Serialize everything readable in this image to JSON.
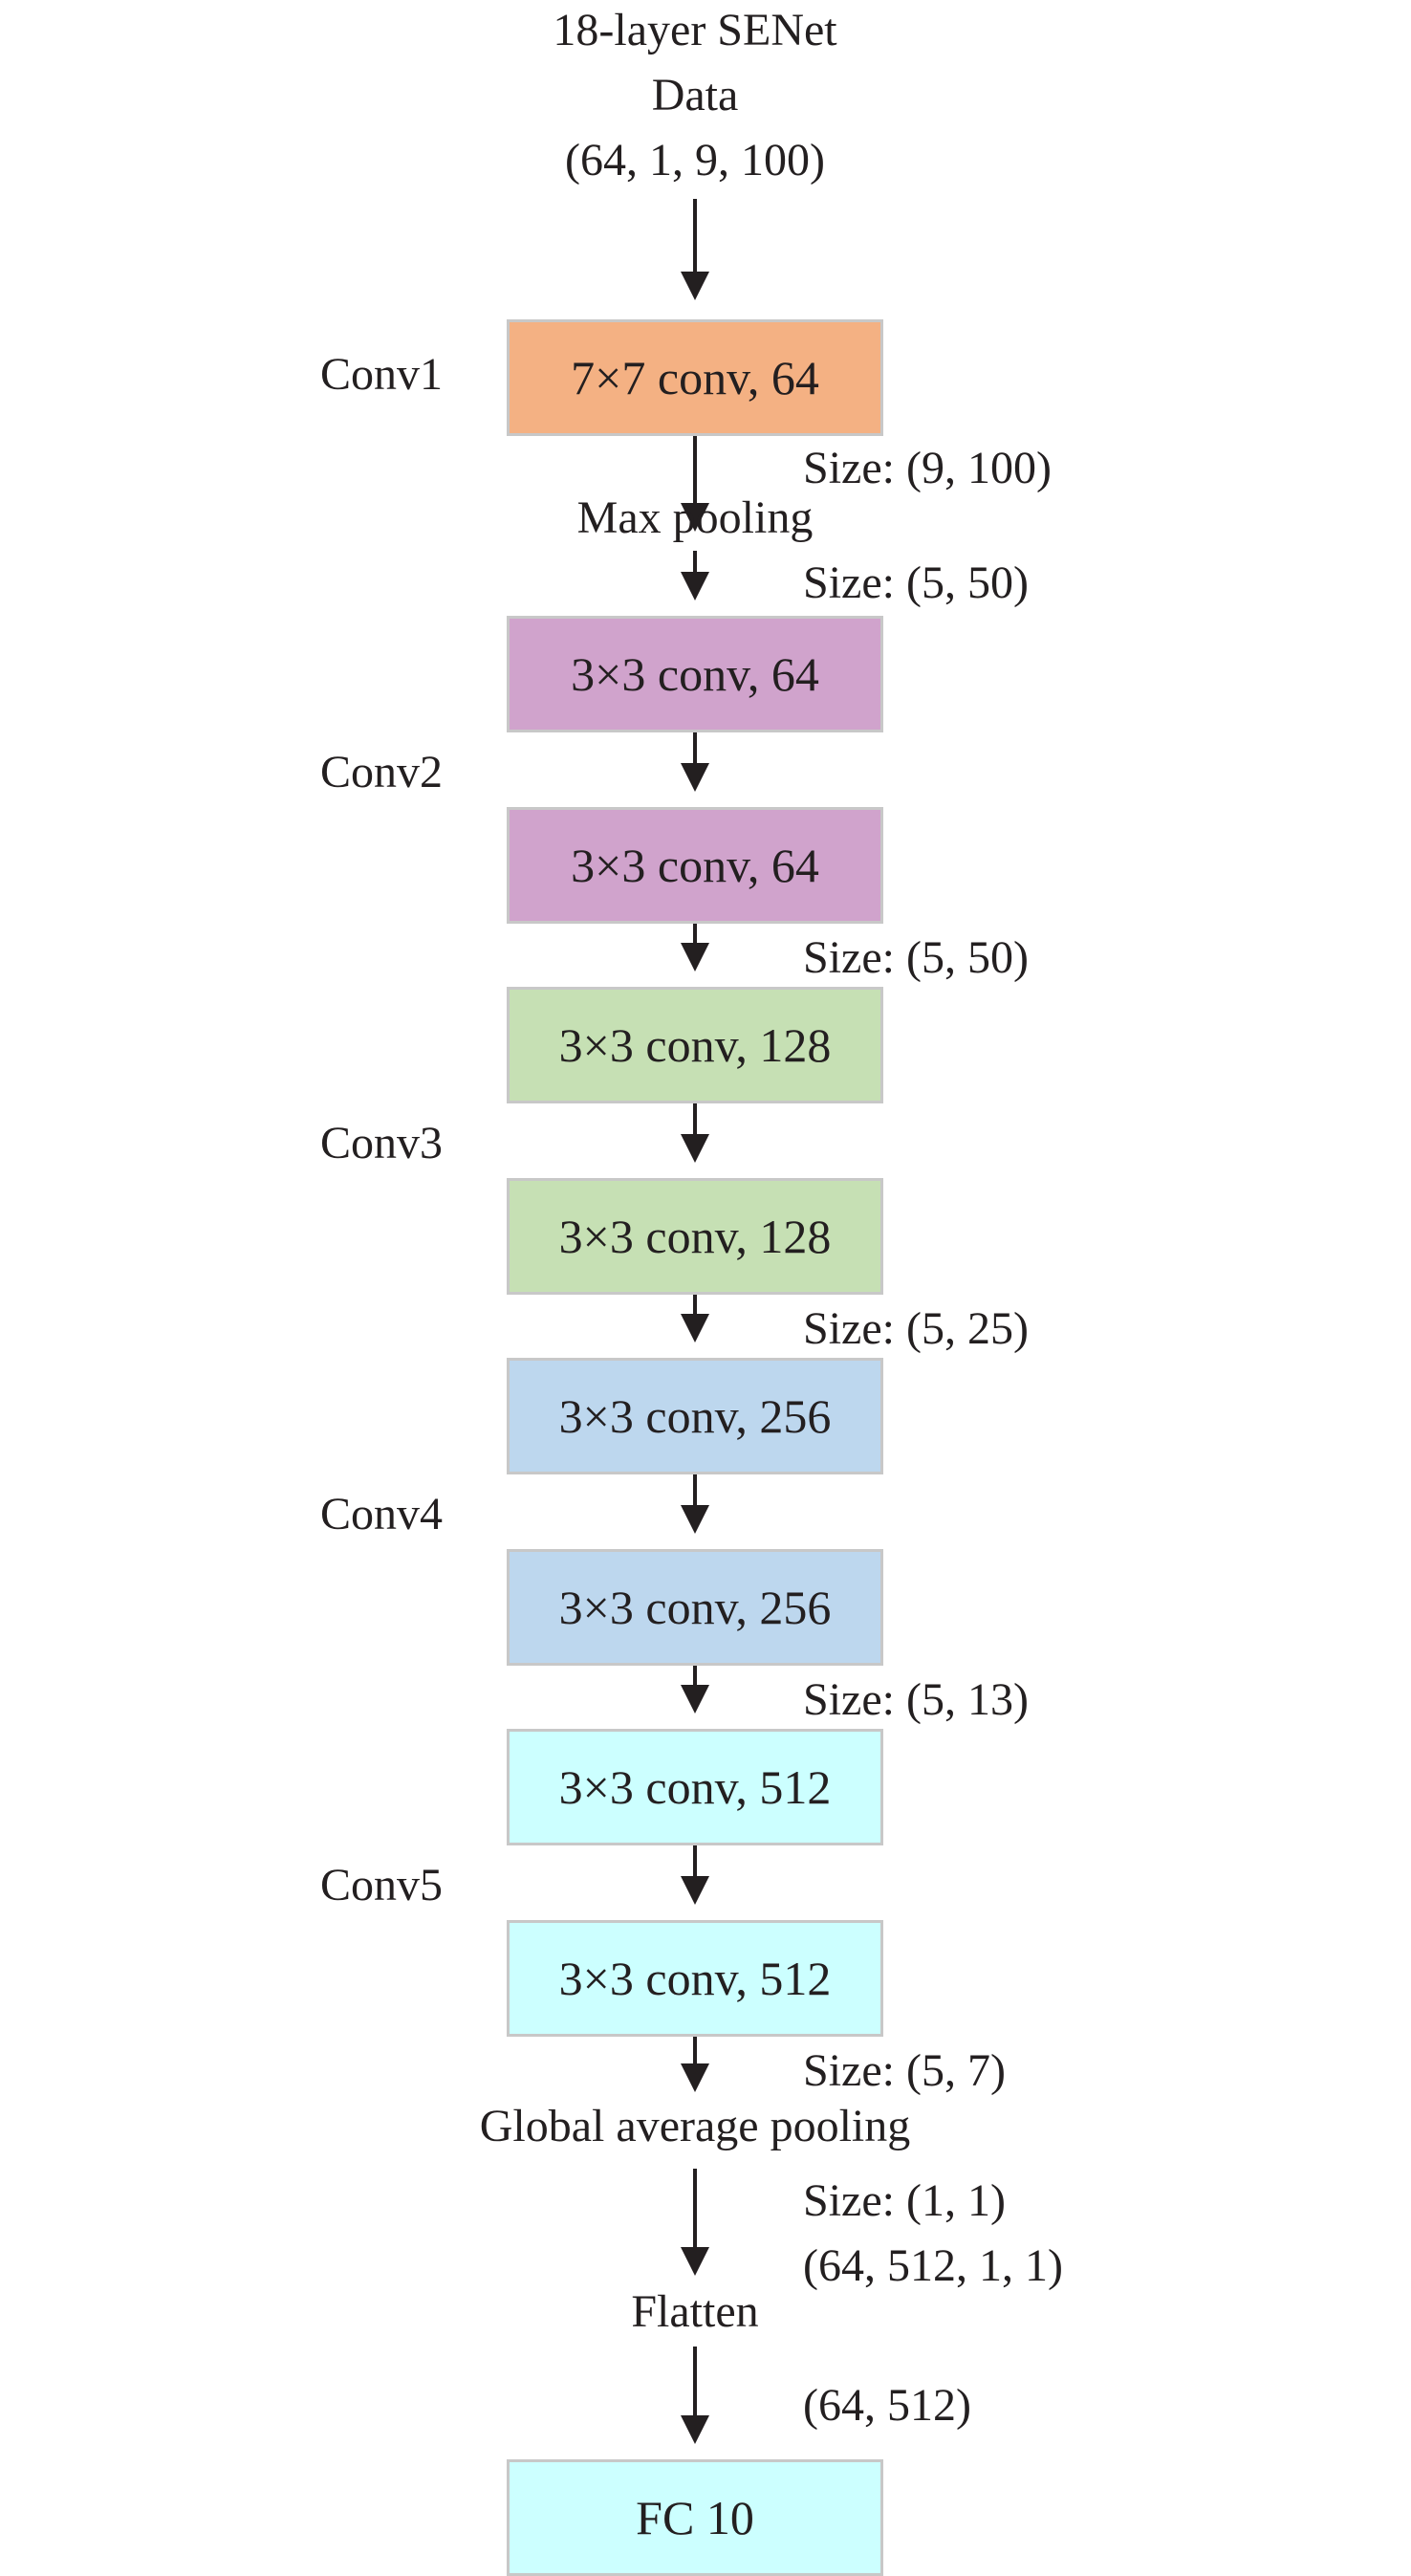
{
  "header": {
    "title": "18-layer SENet",
    "input_label": "Data",
    "input_shape": "(64, 1, 9, 100)"
  },
  "stage_labels": [
    "Conv1",
    "Conv2",
    "Conv3",
    "Conv4",
    "Conv5"
  ],
  "blocks": [
    {
      "label": "7×7 conv, 64",
      "color": "#f4b183"
    },
    {
      "label": "3×3 conv, 64",
      "color": "#d0a3cc"
    },
    {
      "label": "3×3 conv, 64",
      "color": "#d0a3cc"
    },
    {
      "label": "3×3 conv, 128",
      "color": "#c6e0b4"
    },
    {
      "label": "3×3 conv, 128",
      "color": "#c6e0b4"
    },
    {
      "label": "3×3 conv, 256",
      "color": "#bdd7ee"
    },
    {
      "label": "3×3 conv, 256",
      "color": "#bdd7ee"
    },
    {
      "label": "3×3 conv, 512",
      "color": "#ccffff"
    },
    {
      "label": "3×3 conv, 512",
      "color": "#ccffff"
    },
    {
      "label": "FC 10",
      "color": "#ccffff"
    }
  ],
  "ops": {
    "max_pooling": "Max pooling",
    "global_pooling": "Global average pooling",
    "flatten": "Flatten"
  },
  "sizes": [
    "Size: (9, 100)",
    "Size: (5, 50)",
    "Size: (5, 50)",
    "Size: (5, 25)",
    "Size: (5, 13)",
    "Size: (5, 7)",
    "Size: (1, 1)",
    "(64, 512, 1, 1)",
    "(64, 512)"
  ],
  "colors": {
    "arrow": "#231f20",
    "box_border": "#c8c8c8"
  }
}
